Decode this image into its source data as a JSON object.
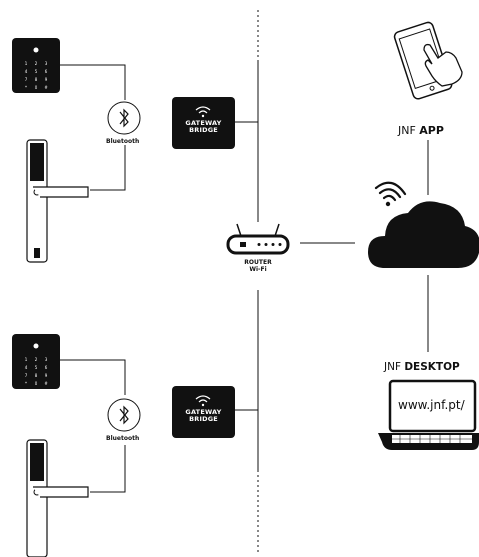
{
  "bluetooth_label": "Bluetooth",
  "gateway": {
    "line1": "GATEWAY",
    "line2": "BRIDGE"
  },
  "router": {
    "line1": "ROUTER",
    "line2": "Wi-Fi"
  },
  "app": {
    "prefix": "JNF ",
    "name": "APP"
  },
  "desktop": {
    "prefix": "JNF ",
    "name": "DESKTOP",
    "url": "www.jnf.pt/"
  },
  "keypad_keys": [
    "1",
    "2",
    "3",
    "4",
    "5",
    "6",
    "7",
    "8",
    "9",
    "*",
    "0",
    "#"
  ],
  "icons": {
    "bluetooth": "bluetooth-icon",
    "wifi": "wifi-icon",
    "cloud": "cloud-icon",
    "phone": "smartphone-touch-icon",
    "laptop": "laptop-icon",
    "keypad": "keypad-icon",
    "lock": "door-handle-lock-icon",
    "router": "router-icon"
  },
  "colors": {
    "device": "#111111",
    "line": "#111111",
    "background": "#ffffff"
  }
}
